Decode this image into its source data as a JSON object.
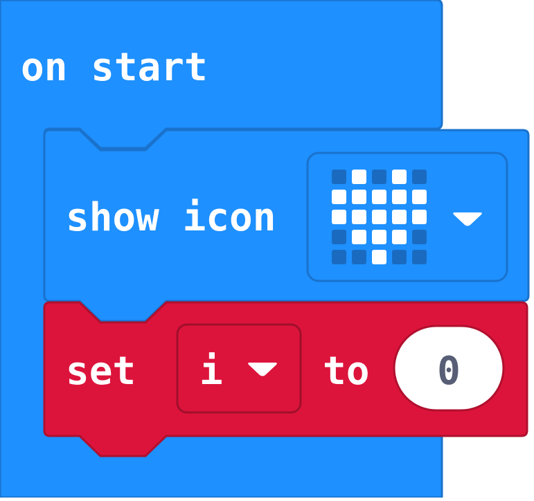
{
  "workspace": {
    "blocks": {
      "on_start": {
        "label": "on start",
        "color": "#1E90FF",
        "border_color": "#1A72CC"
      },
      "show_icon": {
        "label": "show icon",
        "color": "#1E90FF",
        "border_color": "#1A72CC",
        "icon_grid": [
          [
            0,
            1,
            0,
            1,
            0
          ],
          [
            1,
            1,
            1,
            1,
            1
          ],
          [
            1,
            1,
            1,
            1,
            1
          ],
          [
            0,
            1,
            1,
            1,
            0
          ],
          [
            0,
            0,
            1,
            0,
            0
          ]
        ],
        "led_on_color": "#FFFFFF",
        "led_off_color": "#1A6BC0",
        "dropdown_icon": "triangle-down-icon"
      },
      "set_variable": {
        "label_set": "set",
        "variable_name": "i",
        "label_to": "to",
        "value": "0",
        "color": "#DC143C",
        "border_color": "#B0102E",
        "value_text_color": "#575E75",
        "dropdown_icon": "triangle-down-icon"
      }
    }
  }
}
